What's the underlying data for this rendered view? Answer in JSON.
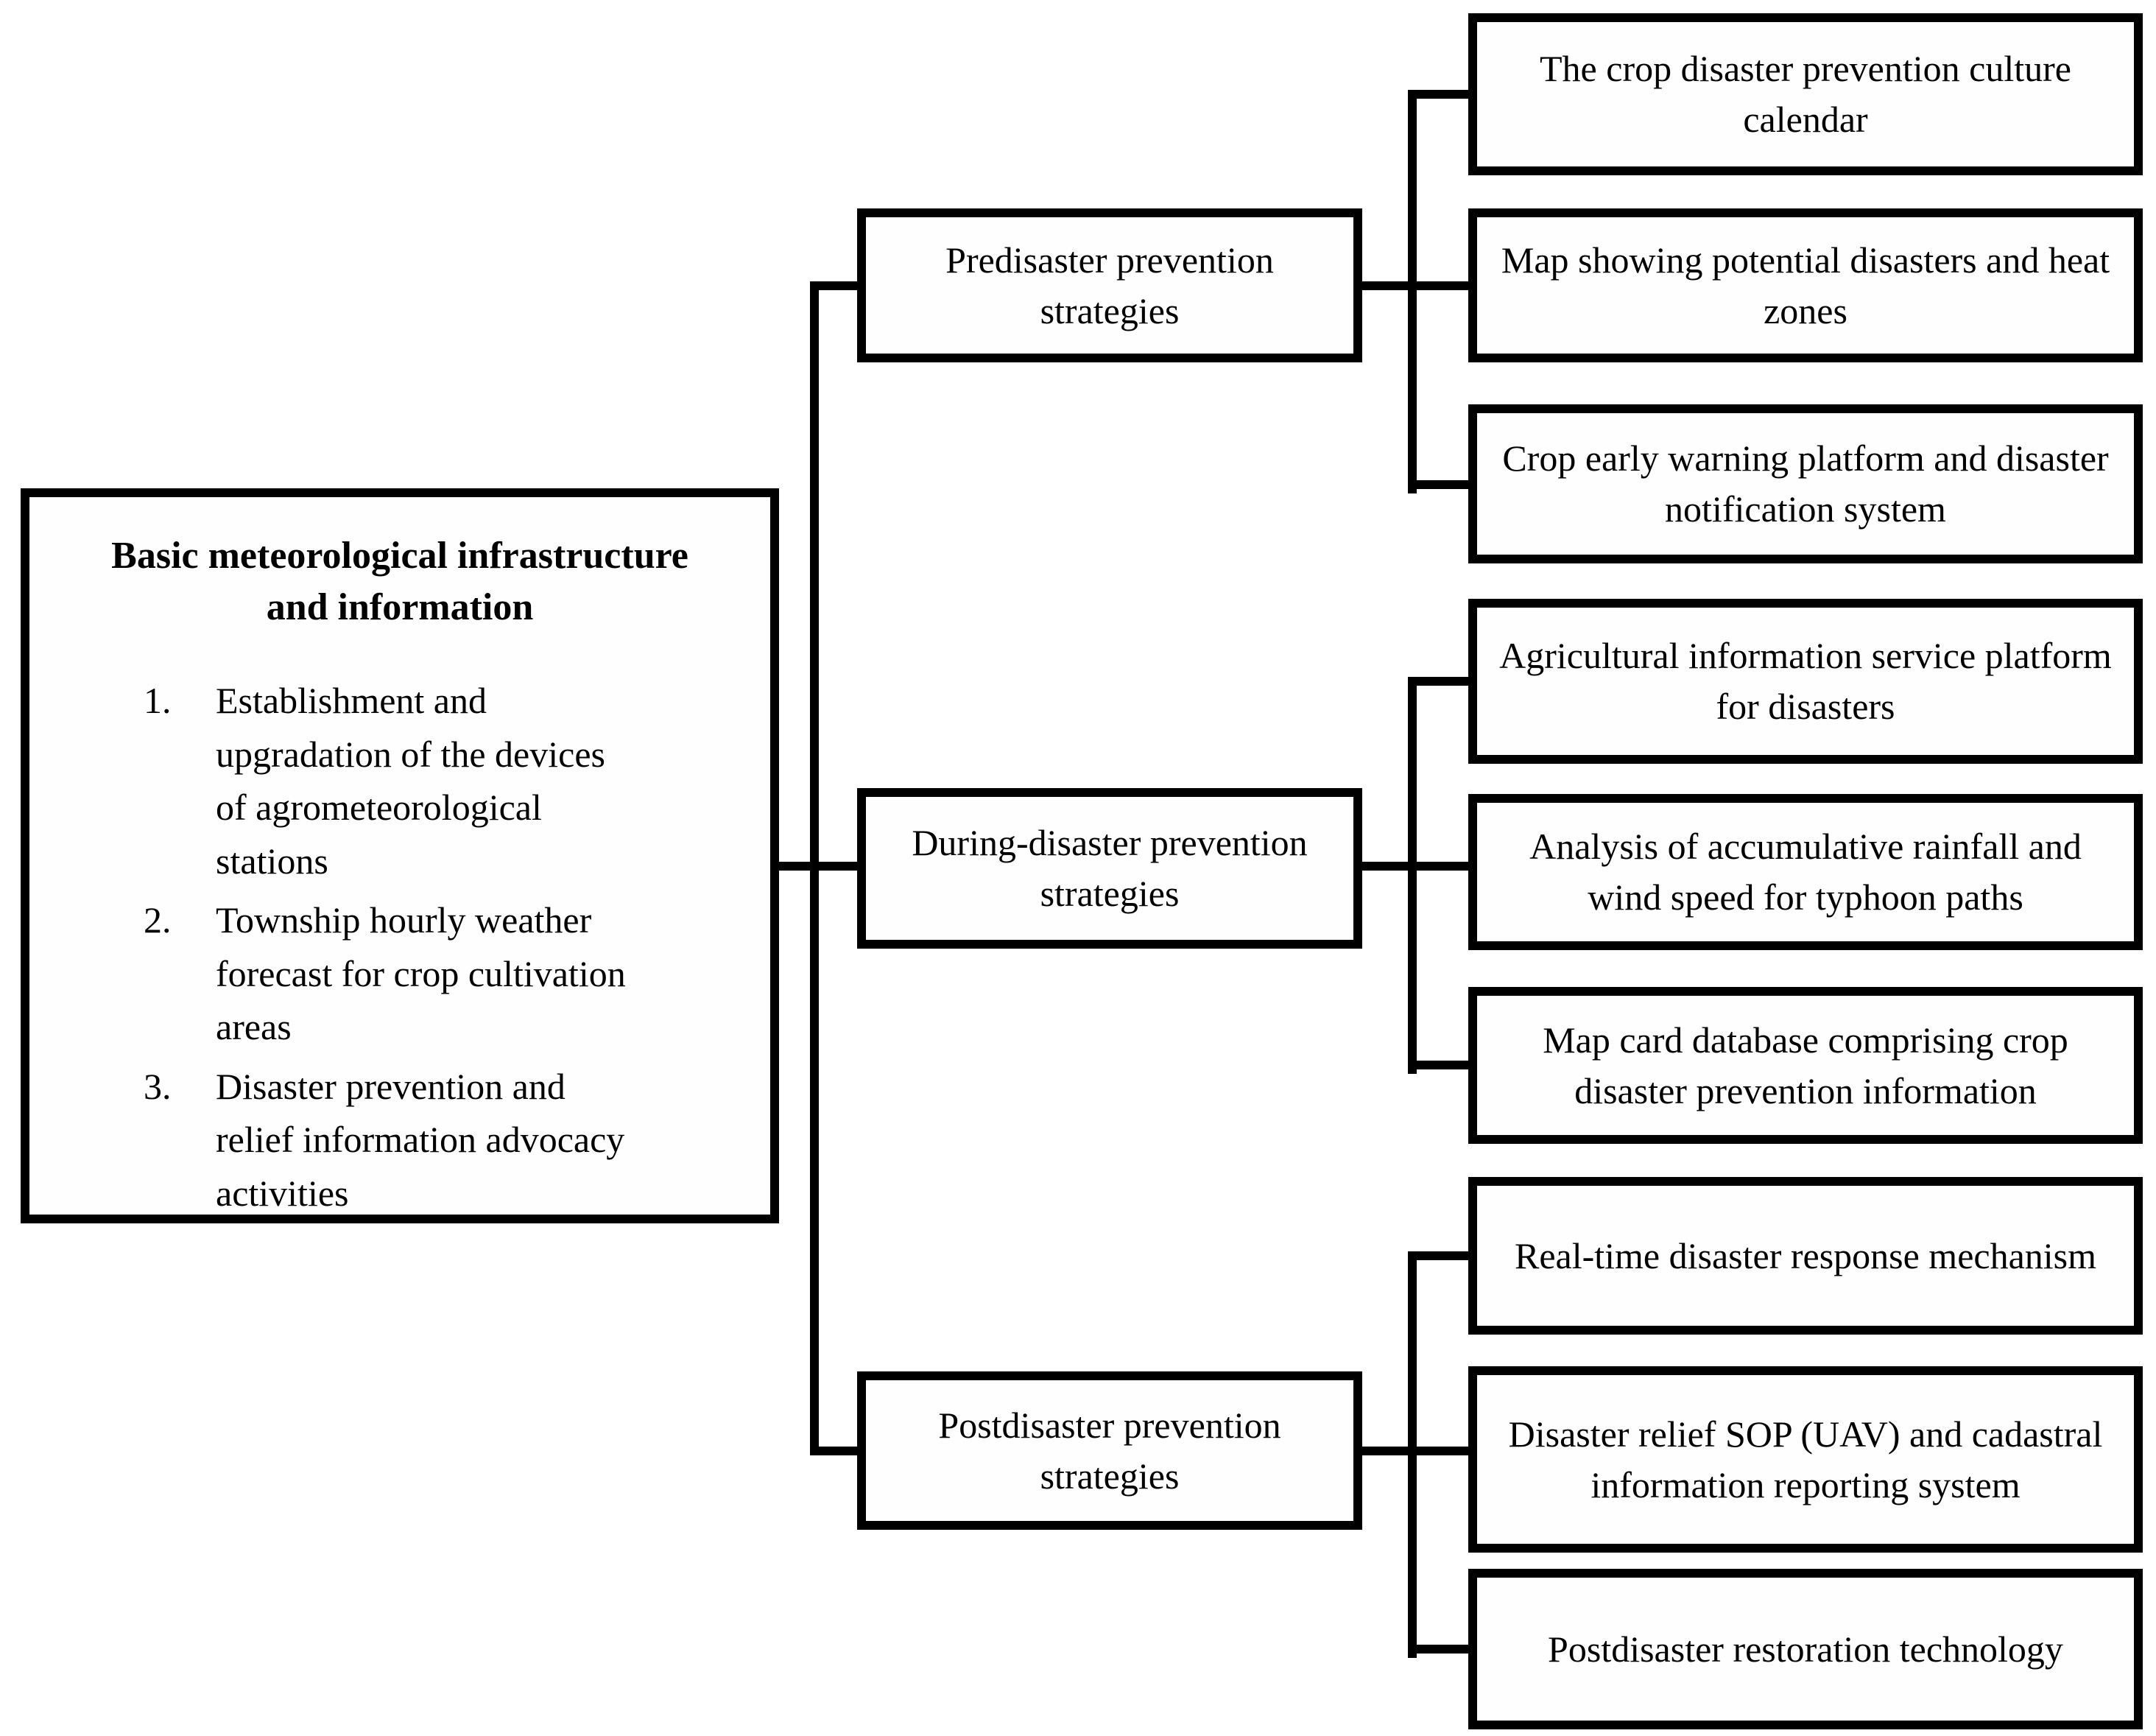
{
  "diagram": {
    "colors": {
      "line": "#000000",
      "box_background": "#fefefe",
      "text": "#000000"
    },
    "root": {
      "title": "Basic meteorological infrastructure and information",
      "items": [
        "Establishment and\nupgradation of the devices\nof agrometeorological\nstations",
        "Township hourly weather\nforecast for crop cultivation\nareas",
        "Disaster prevention and\nrelief information advocacy\nactivities"
      ]
    },
    "branches": [
      {
        "label": "Predisaster prevention strategies",
        "children": [
          "The crop disaster prevention culture calendar",
          "Map showing potential disasters and heat zones",
          "Crop early warning platform and disaster notification system"
        ]
      },
      {
        "label": "During-disaster prevention strategies",
        "children": [
          "Agricultural information service platform for disasters",
          "Analysis of accumulative rainfall and wind speed for typhoon paths",
          "Map card database comprising crop disaster prevention information"
        ]
      },
      {
        "label": "Postdisaster prevention strategies",
        "children": [
          "Real-time disaster response mechanism",
          "Disaster relief SOP (UAV) and cadastral information reporting system",
          "Postdisaster restoration technology"
        ]
      }
    ]
  }
}
